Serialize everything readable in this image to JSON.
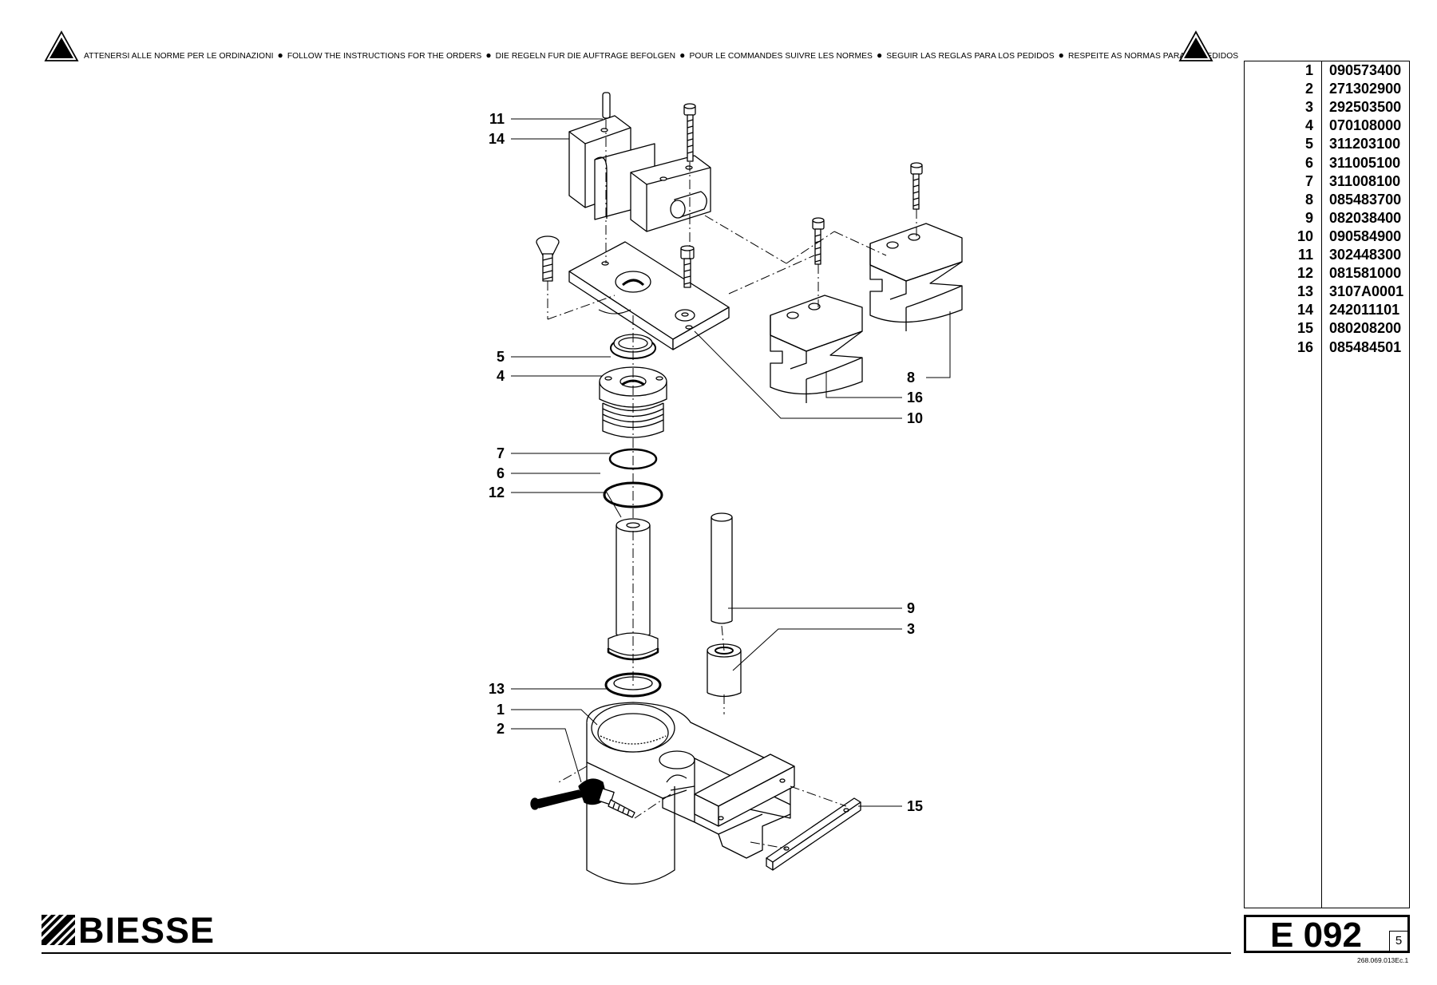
{
  "header": {
    "notes": [
      "ATTENERSI ALLE NORME PER LE ORDINAZIONI",
      "FOLLOW THE INSTRUCTIONS FOR THE ORDERS",
      "DIE REGELN FUR DIE AUFTRAGE BEFOLGEN",
      "POUR LE COMMANDES SUIVRE LES NORMES",
      "SEGUIR LAS REGLAS PARA LOS PEDIDOS",
      "RESPEITE AS NORMAS PARA OS PEDIDOS"
    ],
    "warning_icon": "warning-triangle-icon"
  },
  "callouts": {
    "c11": "11",
    "c14": "14",
    "c5": "5",
    "c4": "4",
    "c7": "7",
    "c6": "6",
    "c12": "12",
    "c13": "13",
    "c1": "1",
    "c2": "2",
    "c8": "8",
    "c16": "16",
    "c10": "10",
    "c9": "9",
    "c3": "3",
    "c15": "15"
  },
  "parts": [
    {
      "index": "1",
      "code": "090573400"
    },
    {
      "index": "2",
      "code": "271302900"
    },
    {
      "index": "3",
      "code": "292503500"
    },
    {
      "index": "4",
      "code": "070108000"
    },
    {
      "index": "5",
      "code": "311203100"
    },
    {
      "index": "6",
      "code": "311005100"
    },
    {
      "index": "7",
      "code": "311008100"
    },
    {
      "index": "8",
      "code": "085483700"
    },
    {
      "index": "9",
      "code": "082038400"
    },
    {
      "index": "10",
      "code": "090584900"
    },
    {
      "index": "11",
      "code": "302448300"
    },
    {
      "index": "12",
      "code": "081581000"
    },
    {
      "index": "13",
      "code": "3107A0001"
    },
    {
      "index": "14",
      "code": "242011101"
    },
    {
      "index": "15",
      "code": "080208200"
    },
    {
      "index": "16",
      "code": "085484501"
    }
  ],
  "footer": {
    "brand": "BIESSE",
    "page_code": "E 092",
    "sheet": "5",
    "doc_ref": "268.069.013Ec.1"
  }
}
